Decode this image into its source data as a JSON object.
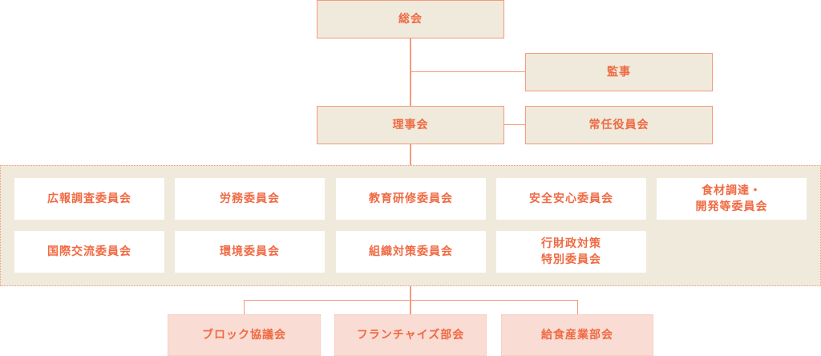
{
  "general_assembly": "総会",
  "auditor": "監事",
  "board": "理事会",
  "executive_board": "常任役員会",
  "committees": [
    "広報調査委員会",
    "労務委員会",
    "教育研修委員会",
    "安全安心委員会",
    "食材調達・\n開発等委員会",
    "国際交流委員会",
    "環境委員会",
    "組織対策委員会",
    "行財政対策\n特別委員会"
  ],
  "sections": [
    "ブロック協議会",
    "フランチャイズ部会",
    "給食産業部会"
  ],
  "colors": {
    "text": "#ef6a43",
    "box_bg": "#efeadb",
    "line": "#f49a7c",
    "section_bg": "#f9dcd3"
  }
}
